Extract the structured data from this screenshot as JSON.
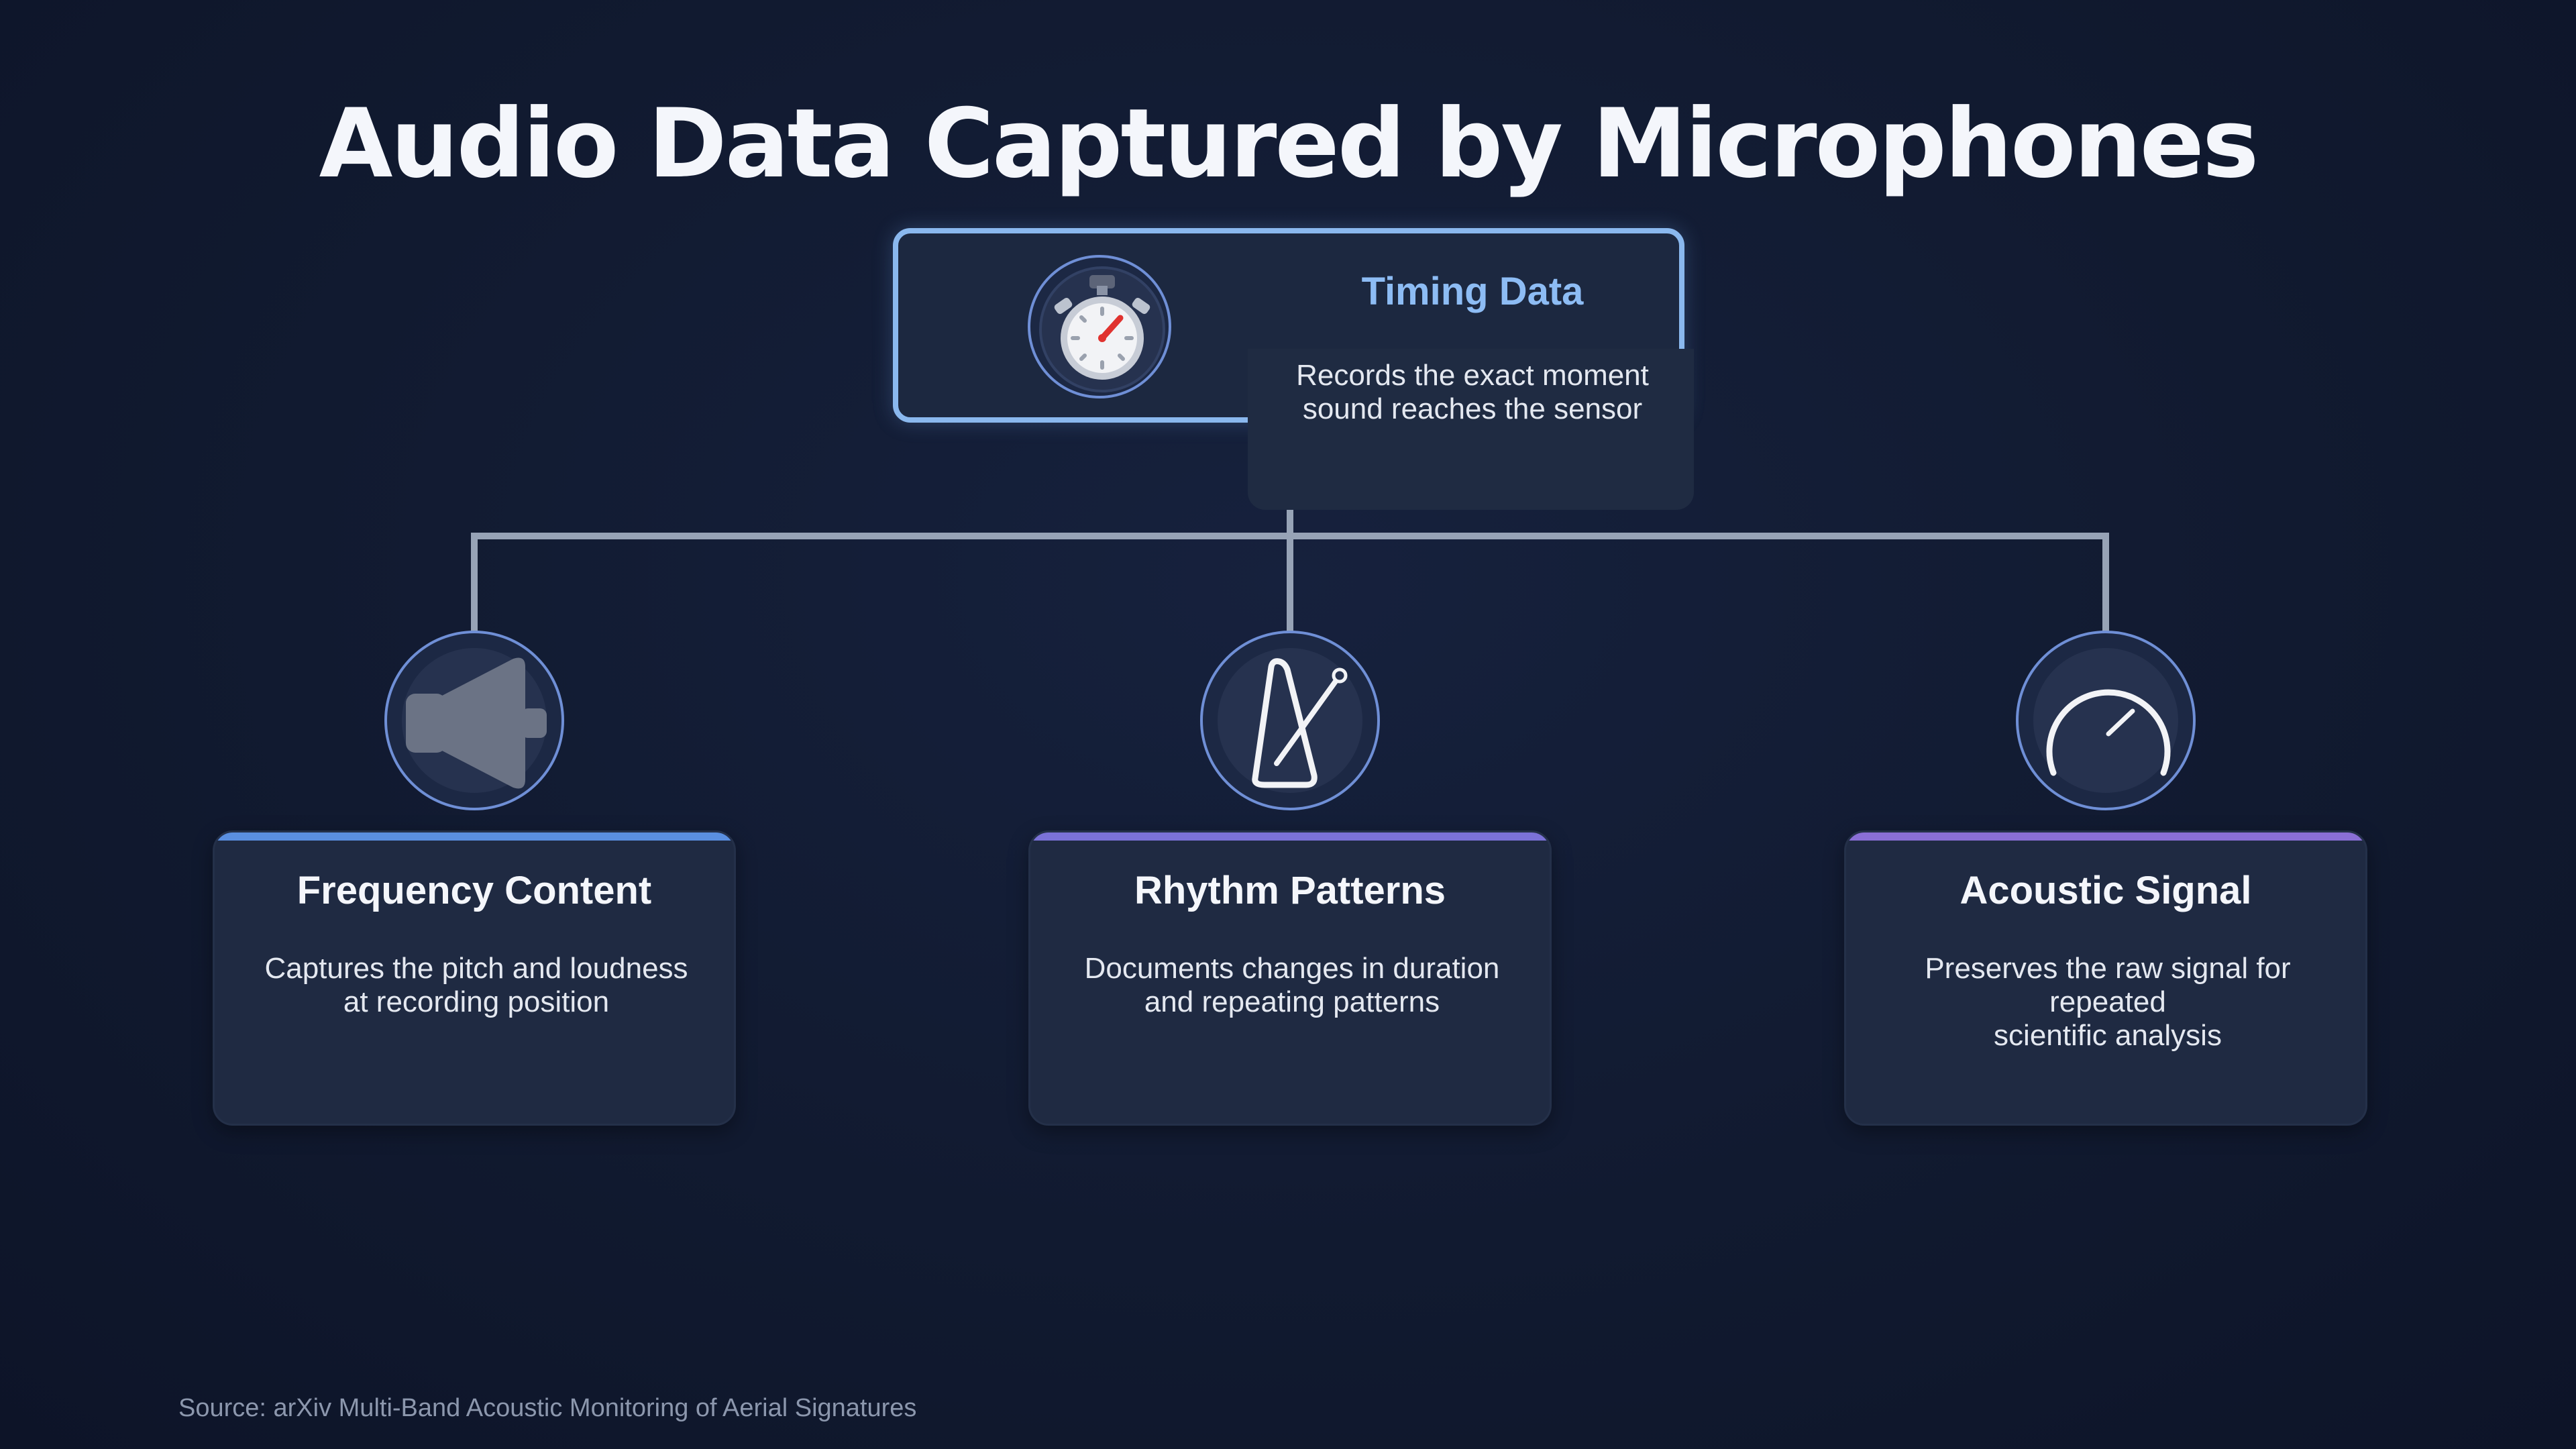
{
  "title": "Audio Data Captured by Microphones",
  "top_node": {
    "title": "Timing Data",
    "description_line1": "Records the exact moment",
    "description_line2": "sound reaches the sensor",
    "icon": "stopwatch-icon"
  },
  "child_nodes": [
    {
      "title": "Frequency Content",
      "description_line1": "Captures the pitch and loudness",
      "description_line2": "at recording position",
      "icon": "speaker-icon",
      "accent_color": "#5a8fe0"
    },
    {
      "title": "Rhythm Patterns",
      "description_line1": "Documents changes in duration",
      "description_line2": "and repeating patterns",
      "icon": "metronome-icon",
      "accent_color": "#7b72d8"
    },
    {
      "title": "Acoustic Signal",
      "description_line1": "Preserves the raw signal for repeated",
      "description_line2": "scientific analysis",
      "icon": "gauge-icon",
      "accent_color": "#8a6fd6"
    }
  ],
  "colors": {
    "background": "#111a30",
    "top_border": "#8ab8ee",
    "top_title": "#8dbcf4",
    "connector": "#97a3b6",
    "card": "#1f2a42"
  },
  "source": "Source: arXiv Multi-Band Acoustic Monitoring of Aerial Signatures"
}
